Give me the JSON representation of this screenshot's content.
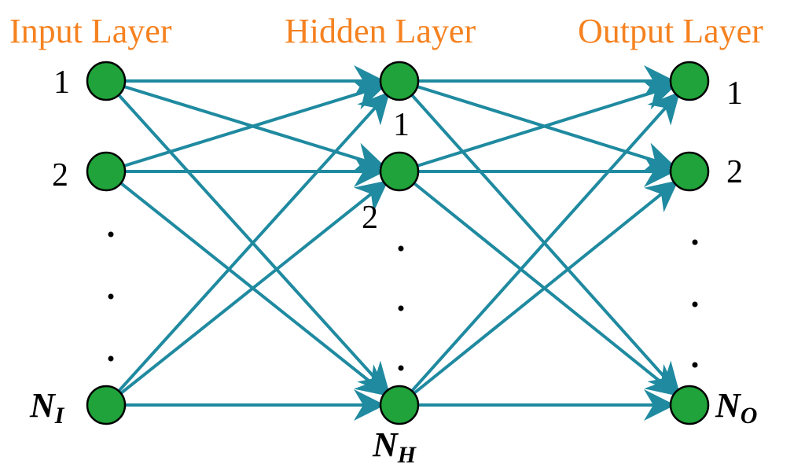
{
  "colors": {
    "title": "#f58220",
    "node_fill": "#1fa33a",
    "node_stroke": "#000000",
    "edge": "#1f8aa0",
    "dot": "#000000"
  },
  "titles": {
    "input": "Input Layer",
    "hidden": "Hidden Layer",
    "output": "Output Layer"
  },
  "labels": {
    "input_1": "1",
    "input_2": "2",
    "input_n": "N",
    "input_n_sub": "I",
    "hidden_1": "1",
    "hidden_2": "2",
    "hidden_n": "N",
    "hidden_n_sub": "H",
    "output_1": "1",
    "output_2": "2",
    "output_n": "N",
    "output_n_sub": "O"
  }
}
